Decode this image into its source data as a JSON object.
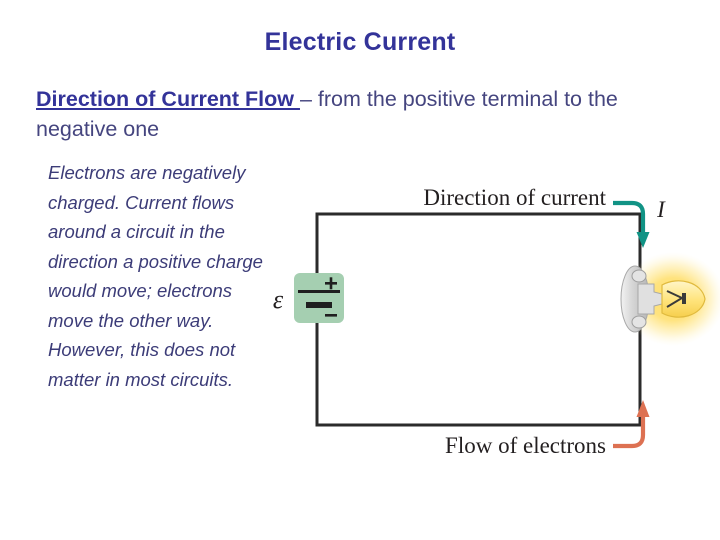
{
  "slide": {
    "title": "Electric Current",
    "background_color": "#ffffff",
    "title_color": "#333399"
  },
  "heading": {
    "emphasis": "Direction of Current Flow ",
    "rest": "– from the positive terminal to the negative one"
  },
  "body": {
    "text": "Electrons are negatively charged. Current flows around a circuit in the direction a positive charge would move; electrons move the other way. However, this does not matter in most circuits."
  },
  "figure": {
    "name": "simple-circuit-diagram",
    "labels": {
      "current_direction": "Direction of current",
      "current_symbol": "I",
      "electron_flow": "Flow of electrons",
      "emf_symbol": "ε",
      "battery_positive": "+",
      "battery_negative": "–"
    },
    "colors": {
      "wire": "#2b2b2b",
      "current_arrow": "#119385",
      "electron_arrow": "#dd7152",
      "battery_box": "#a5cfb1",
      "bulb_glow": "#f9d24a",
      "socket": "#d9d9d9"
    },
    "components": [
      {
        "name": "battery",
        "label": "ε",
        "terminals": [
          "+",
          "–"
        ]
      },
      {
        "name": "light-bulb",
        "state": "lit"
      }
    ]
  }
}
